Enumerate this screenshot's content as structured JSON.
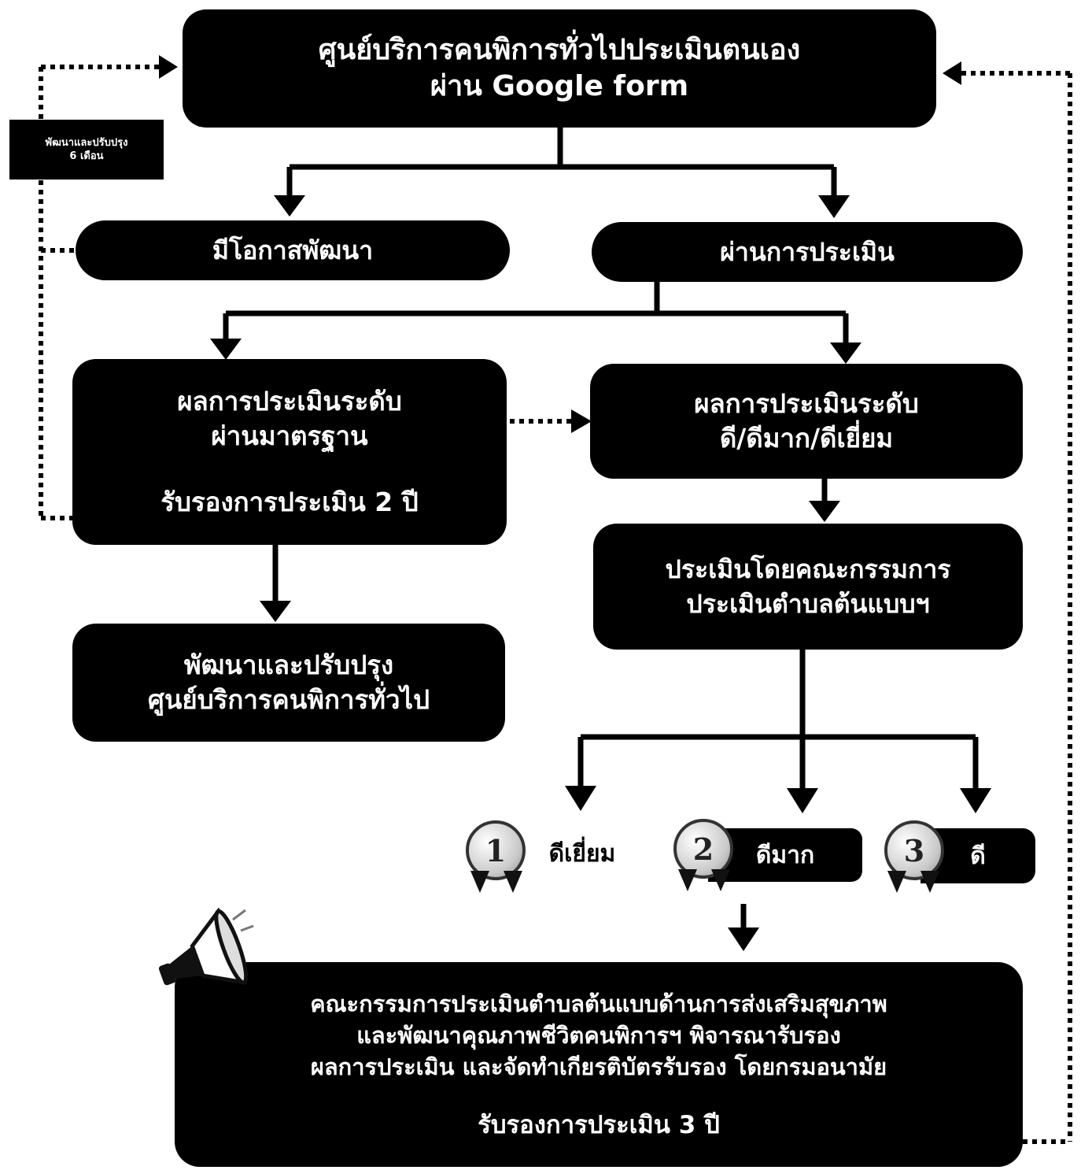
{
  "nodes": {
    "top": {
      "line1": "ศูนย์บริการคนพิการทั่วไปประเมินตนเอง",
      "line2": "ผ่าน Google form"
    },
    "develop_opportunity": {
      "label": "มีโอกาสพัฒนา"
    },
    "passed": {
      "label": "ผ่านการประเมิน"
    },
    "standard": {
      "line1": "ผลการประเมินระดับ",
      "line2": "ผ่านมาตรฐาน",
      "line3": "รับรองการประเมิน 2  ปี"
    },
    "good_levels": {
      "line1": "ผลการประเมินระดับ",
      "line2": "ดี/ดีมาก/ดีเยี่ยม"
    },
    "committee": {
      "line1": "ประเมินโดยคณะกรรมการ",
      "line2": "ประเมินตำบลต้นแบบฯ"
    },
    "improve": {
      "line1": "พัฒนาและปรับปรุง",
      "line2": "ศูนย์บริการคนพิการทั่วไป"
    },
    "final": {
      "line1": "คณะกรรมการประเมินตำบลต้นแบบด้านการส่งเสริมสุขภาพ",
      "line2": "และพัฒนาคุณภาพชีวิตคนพิการฯ พิจารณารับรอง",
      "line3": "ผลการประเมิน และจัดทำเกียรติบัตรรับรอง โดยกรมอนามัย",
      "line4": "รับรองการประเมิน 3  ปี"
    }
  },
  "side_note": {
    "line1": "พัฒนาและปรับปรุง",
    "line2": "6 เดือน"
  },
  "levels": [
    {
      "rank": "1",
      "label": "ดีเยี่ยม"
    },
    {
      "rank": "2",
      "label": "ดีมาก"
    },
    {
      "rank": "3",
      "label": "ดี"
    }
  ],
  "icons": {
    "megaphone": "megaphone-icon",
    "medal": "medal-icon"
  },
  "colors": {
    "box": "#000000",
    "text": "#ffffff",
    "arrow": "#000000"
  }
}
